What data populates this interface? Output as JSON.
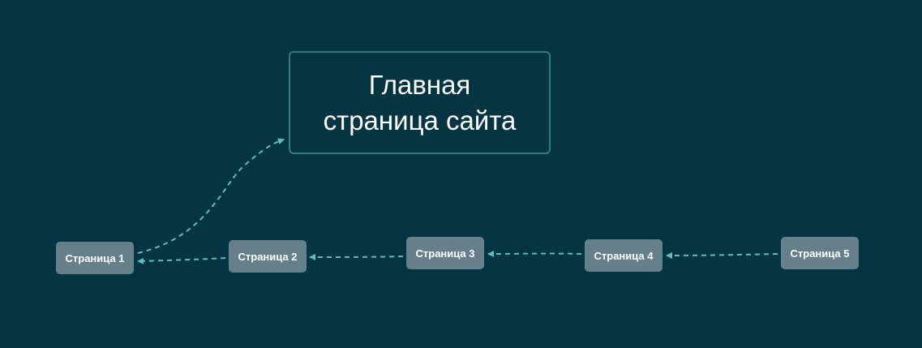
{
  "diagram": {
    "main_page": {
      "line1": "Главная",
      "line2": "страница сайта"
    },
    "pages": [
      {
        "label": "Страница 1"
      },
      {
        "label": "Страница 2"
      },
      {
        "label": "Страница 3"
      },
      {
        "label": "Страница 4"
      },
      {
        "label": "Страница 5"
      }
    ],
    "links": [
      {
        "from": "Страница 1",
        "to": "Главная страница сайта"
      },
      {
        "from": "Страница 2",
        "to": "Страница 1"
      },
      {
        "from": "Страница 3",
        "to": "Страница 2"
      },
      {
        "from": "Страница 4",
        "to": "Страница 3"
      },
      {
        "from": "Страница 5",
        "to": "Страница 4"
      }
    ],
    "colors": {
      "background": "#053542",
      "node_fill": "#65808a",
      "main_border": "#2e7f80",
      "arrow": "#5fbfb4",
      "text": "#ffffff"
    }
  }
}
